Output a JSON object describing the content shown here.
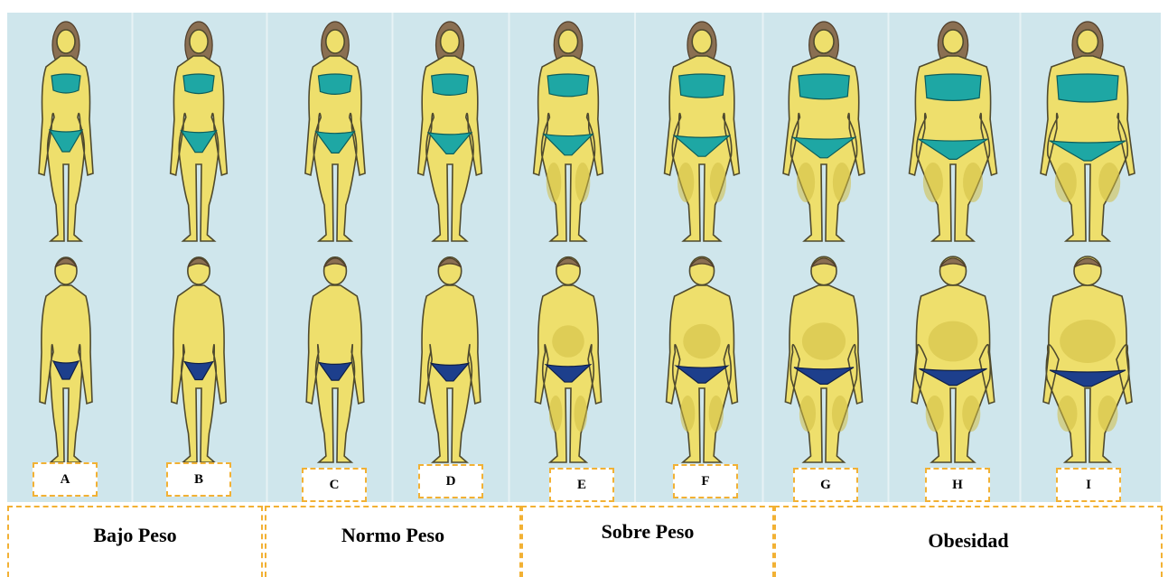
{
  "figures": {
    "labels": [
      "A",
      "B",
      "C",
      "D",
      "E",
      "F",
      "G",
      "H",
      "I"
    ],
    "stage_widths": [
      0.0,
      0.06,
      0.14,
      0.24,
      0.38,
      0.52,
      0.68,
      0.84,
      1.0
    ]
  },
  "categories": [
    "Bajo Peso",
    "Normo Peso",
    "Sobre Peso",
    "Obesidad"
  ],
  "colors": {
    "background": "#cfe6ec",
    "skin": "#eedf6c",
    "bikini": "#1ea7a4",
    "brief": "#1d3f8c",
    "border_dashed": "#f2b134"
  }
}
